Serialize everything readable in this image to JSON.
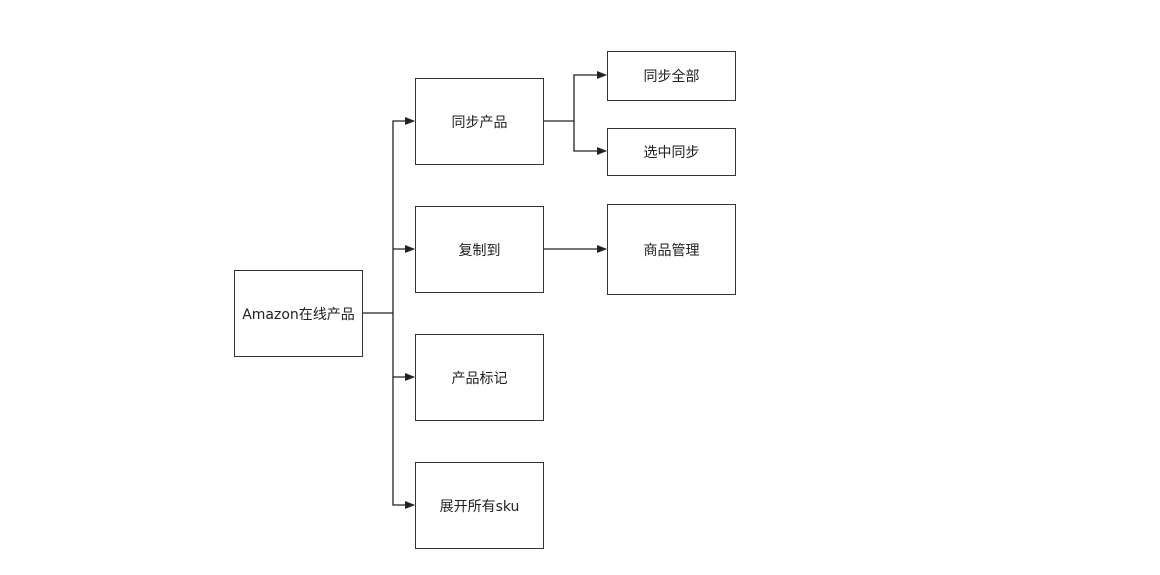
{
  "diagram": {
    "nodes": {
      "root": "Amazon在线产品",
      "sync": "同步产品",
      "copy": "复制到",
      "mark": "产品标记",
      "expand": "展开所有sku",
      "sync_all": "同步全部",
      "sync_selected": "选中同步",
      "goods_mgmt": "商品管理"
    },
    "edges": [
      {
        "from": "root",
        "to": "sync"
      },
      {
        "from": "root",
        "to": "copy"
      },
      {
        "from": "root",
        "to": "mark"
      },
      {
        "from": "root",
        "to": "expand"
      },
      {
        "from": "sync",
        "to": "sync_all"
      },
      {
        "from": "sync",
        "to": "sync_selected"
      },
      {
        "from": "copy",
        "to": "goods_mgmt"
      }
    ],
    "colors": {
      "line": "#222222",
      "border": "#333333"
    }
  }
}
